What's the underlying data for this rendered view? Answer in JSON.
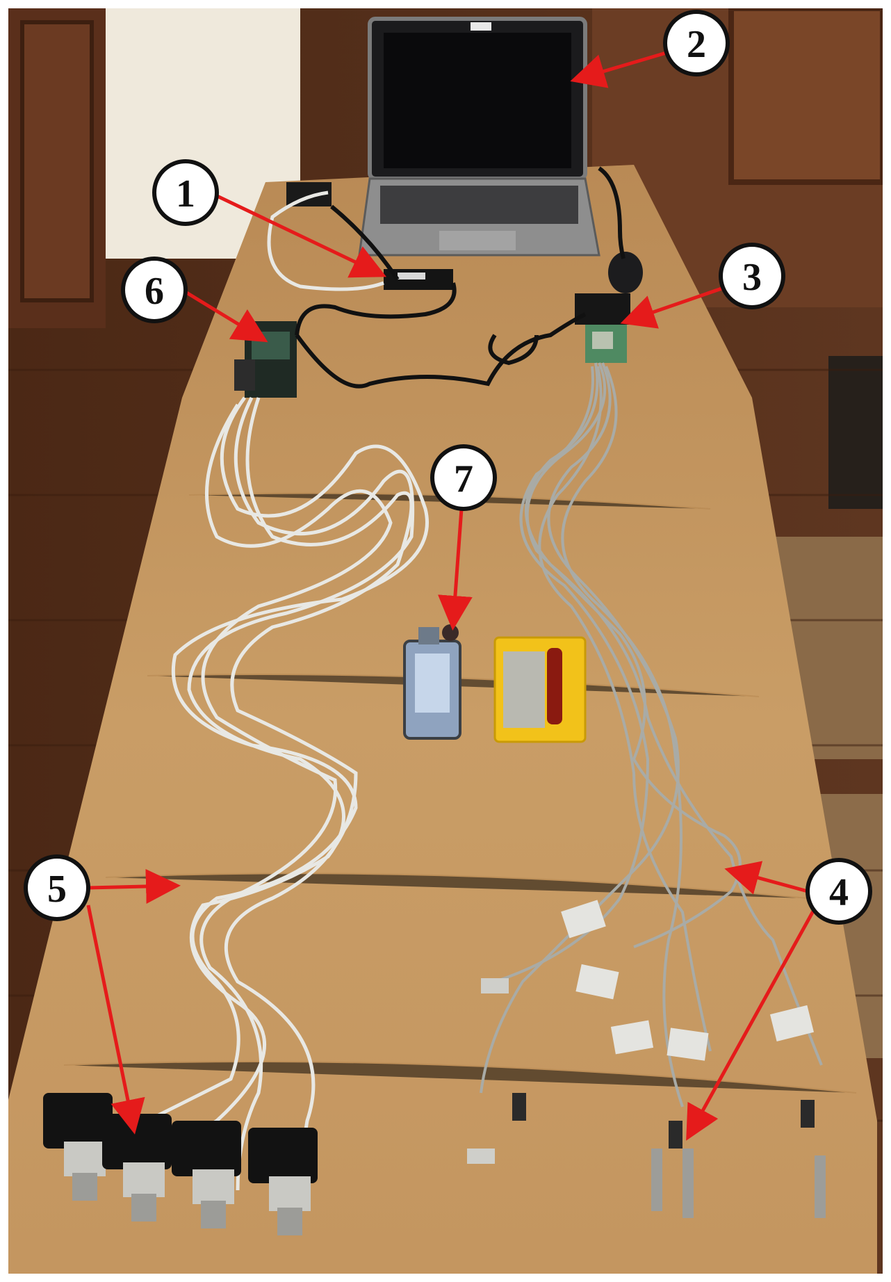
{
  "callouts": [
    {
      "id": "1",
      "label": "1"
    },
    {
      "id": "2",
      "label": "2"
    },
    {
      "id": "3",
      "label": "3"
    },
    {
      "id": "4",
      "label": "4"
    },
    {
      "id": "5",
      "label": "5"
    },
    {
      "id": "6",
      "label": "6"
    },
    {
      "id": "7",
      "label": "7"
    }
  ],
  "colors": {
    "arrow": "#e51b1b",
    "table": "#c89a62",
    "floor": "#5a321b",
    "wall": "#4a2c1a",
    "cable_white": "#e8e8e4",
    "cable_grey": "#a9aba6"
  }
}
